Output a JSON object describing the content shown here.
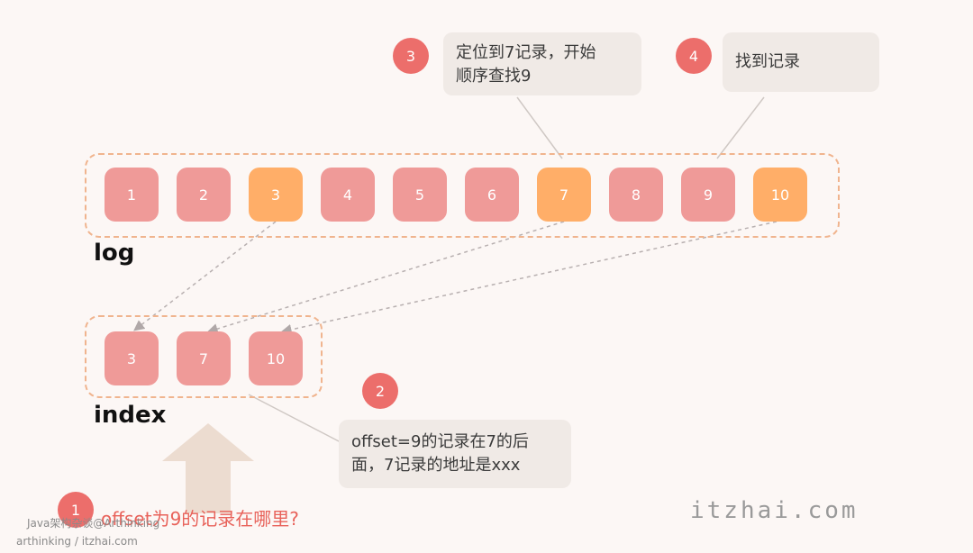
{
  "colors": {
    "background": "#fcf7f5",
    "record_pink": "#ef9a98",
    "record_orange": "#ffae68",
    "step_circle": "#ec6e6b",
    "group_border": "#f0b48e",
    "callout_bg": "#f0eae6",
    "question_text": "#e8625a"
  },
  "log": {
    "label": "log",
    "records": [
      {
        "text": "1",
        "highlight": false
      },
      {
        "text": "2",
        "highlight": false
      },
      {
        "text": "3",
        "highlight": true
      },
      {
        "text": "4",
        "highlight": false
      },
      {
        "text": "5",
        "highlight": false
      },
      {
        "text": "6",
        "highlight": false
      },
      {
        "text": "7",
        "highlight": true
      },
      {
        "text": "8",
        "highlight": false
      },
      {
        "text": "9",
        "highlight": false
      },
      {
        "text": "10",
        "highlight": true
      }
    ]
  },
  "index": {
    "label": "index",
    "records": [
      {
        "text": "3"
      },
      {
        "text": "7"
      },
      {
        "text": "10"
      }
    ]
  },
  "steps": [
    {
      "number": "1",
      "text": "offset为9的记录在哪里?"
    },
    {
      "number": "2",
      "line1": "offset=9的记录在7的后",
      "line2": "面，7记录的地址是xxx"
    },
    {
      "number": "3",
      "line1": "定位到7记录，开始",
      "line2": "顺序查找9"
    },
    {
      "number": "4",
      "text": "找到记录"
    }
  ],
  "watermark": "itzhai.com",
  "credits": {
    "line1": "Java架构杂谈@Arthinking",
    "line2": "arthinking / itzhai.com"
  }
}
